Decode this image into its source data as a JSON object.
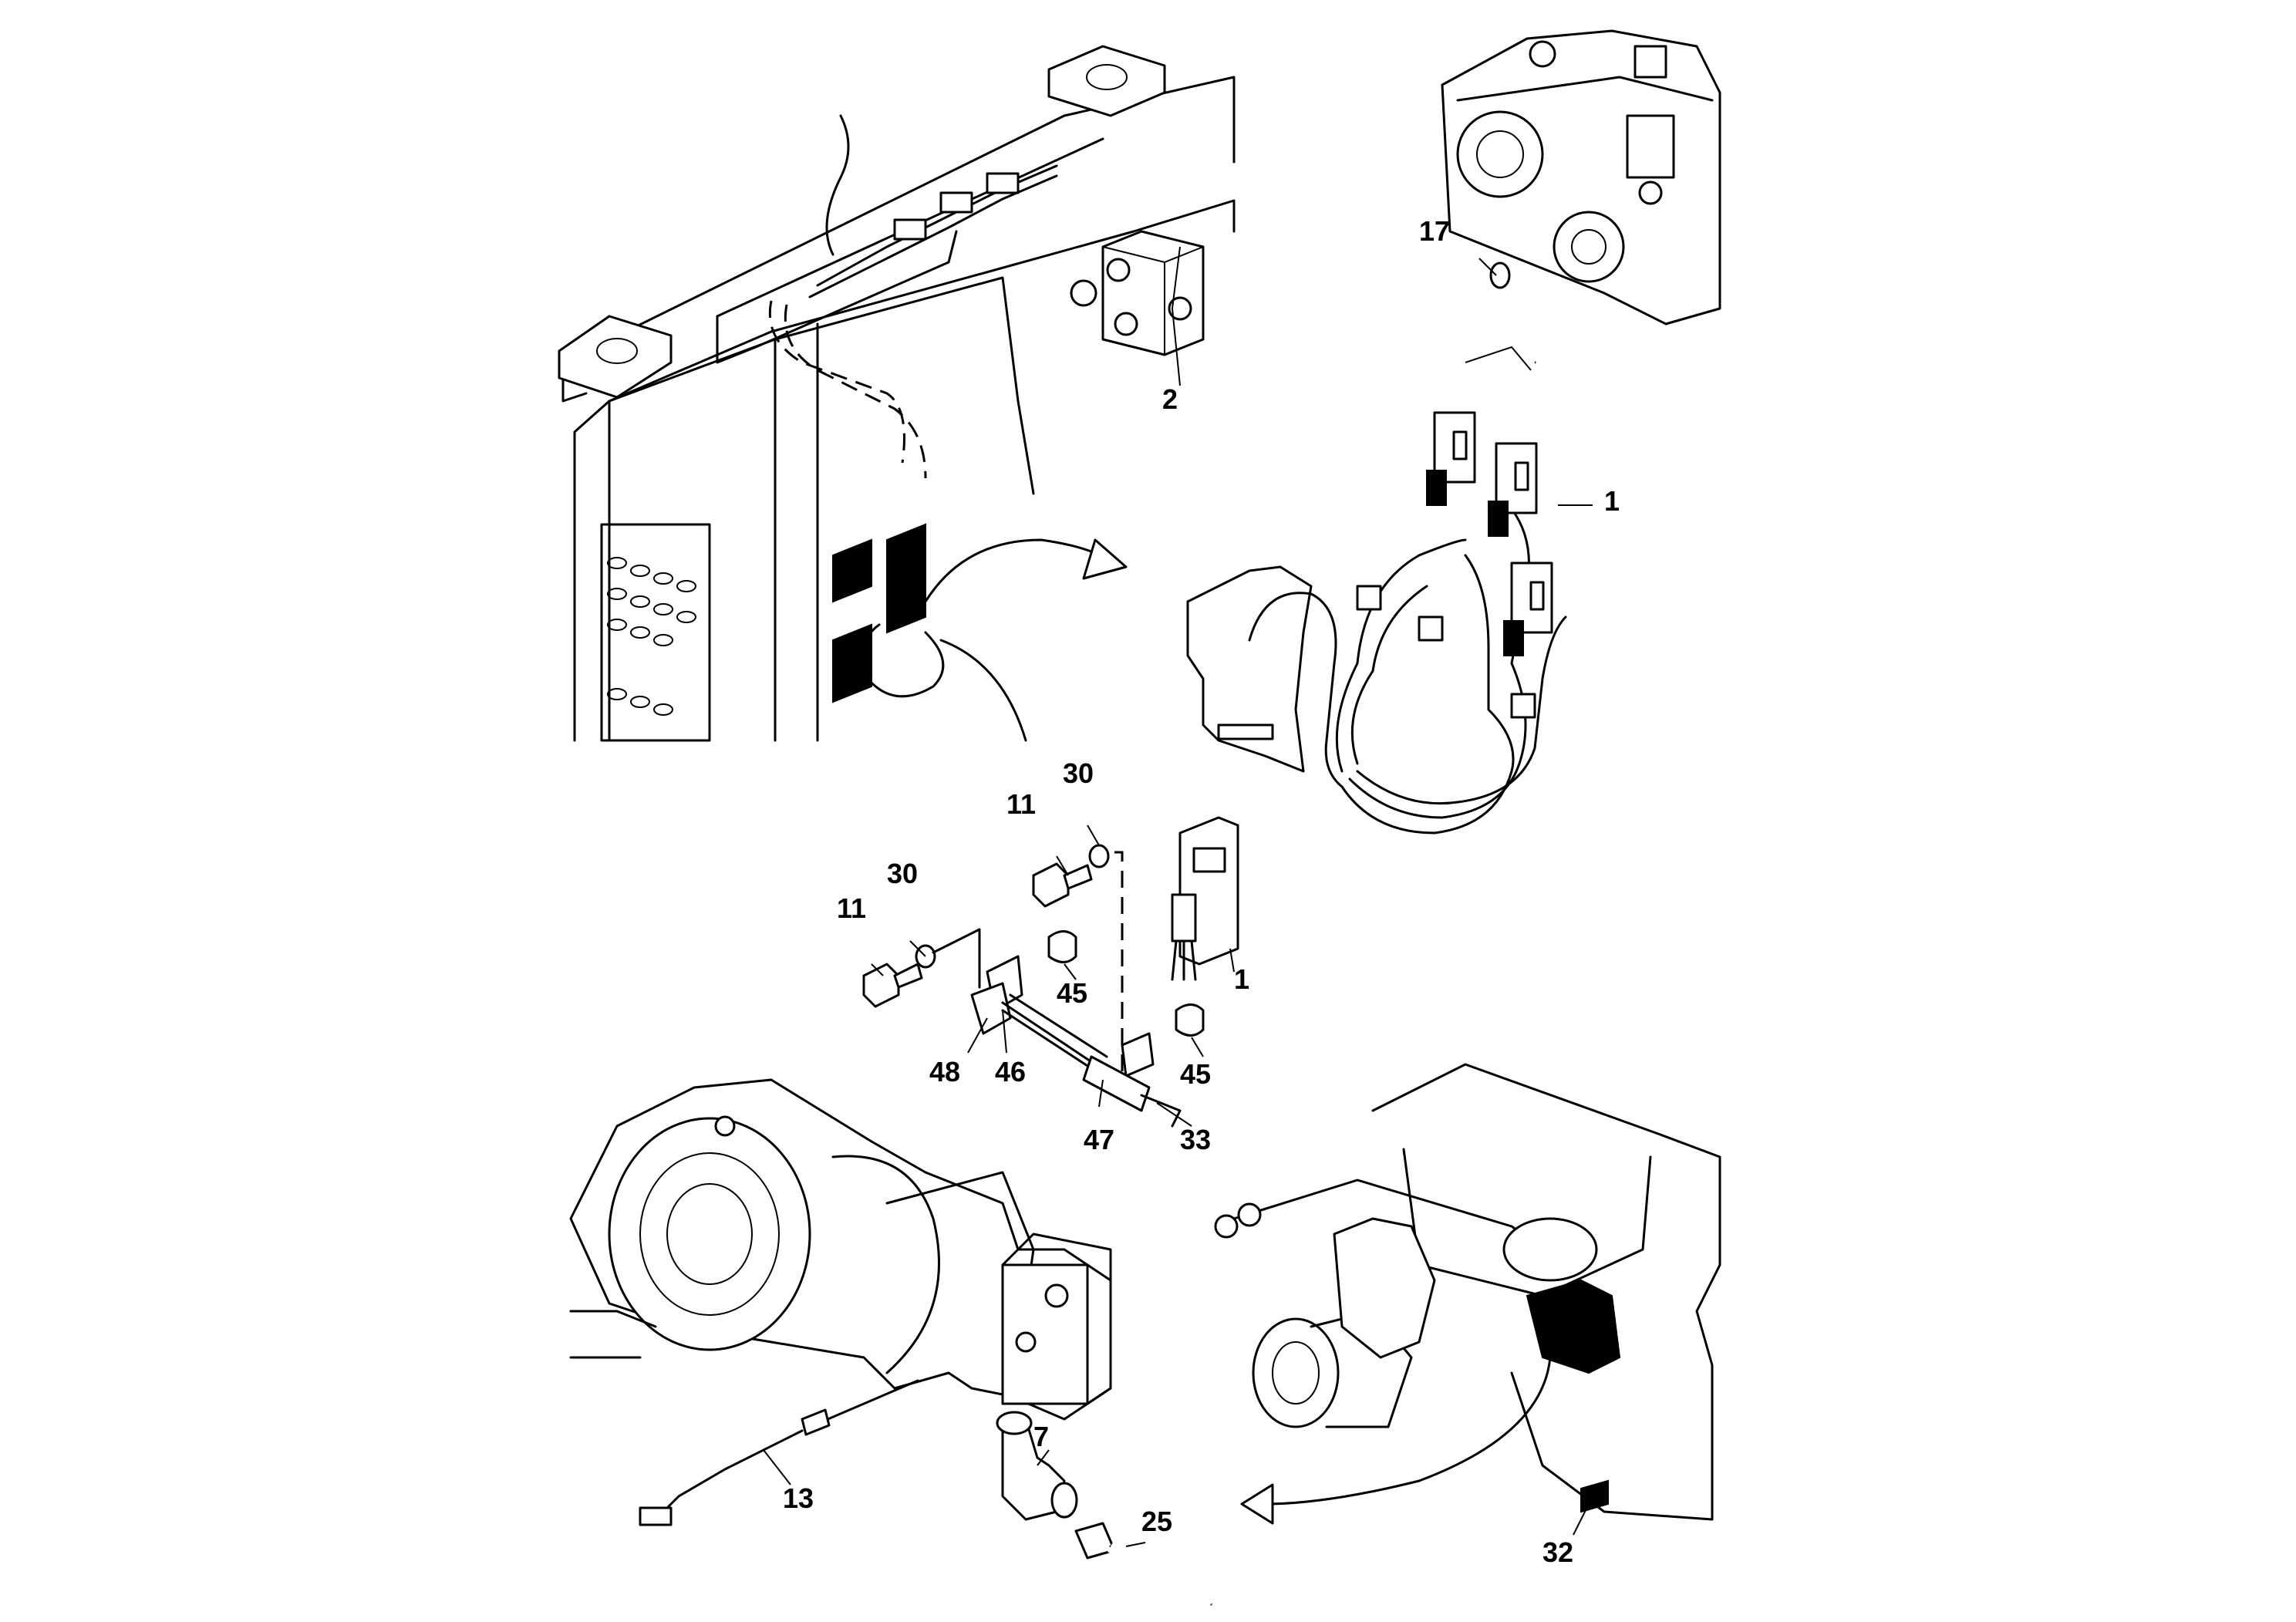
{
  "callouts": {
    "c1_top": "1",
    "c1_mid": "1",
    "c2": "2",
    "c7": "7",
    "c11_a": "11",
    "c11_b": "11",
    "c13": "13",
    "c17": "17",
    "c25": "25",
    "c30_a": "30",
    "c30_b": "30",
    "c32": "32",
    "c33": "33",
    "c45_a": "45",
    "c45_b": "45",
    "c46": "46",
    "c47": "47",
    "c48": "48"
  },
  "icons": {
    "arrow_color": "#000000",
    "fill_color": "#000000",
    "paper_color": "#ffffff"
  }
}
